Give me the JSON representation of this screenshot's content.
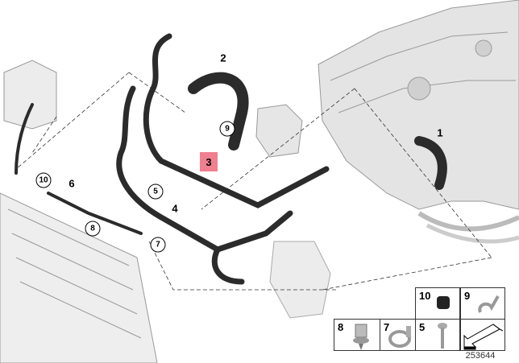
{
  "diagram": {
    "callouts": [
      {
        "id": "1",
        "label": "1",
        "style": "plain"
      },
      {
        "id": "2",
        "label": "2",
        "style": "plain"
      },
      {
        "id": "3",
        "label": "3",
        "style": "highlighted"
      },
      {
        "id": "4",
        "label": "4",
        "style": "plain"
      },
      {
        "id": "5",
        "label": "5",
        "style": "circled"
      },
      {
        "id": "6",
        "label": "6",
        "style": "plain"
      },
      {
        "id": "7",
        "label": "7",
        "style": "circled"
      },
      {
        "id": "8",
        "label": "8",
        "style": "circled"
      },
      {
        "id": "9",
        "label": "9",
        "style": "circled"
      },
      {
        "id": "10",
        "label": "10",
        "style": "circled"
      }
    ],
    "legend": [
      {
        "label": "10",
        "part": "rubber-grommet"
      },
      {
        "label": "9",
        "part": "hose-clip"
      },
      {
        "label": "8",
        "part": "push-clip"
      },
      {
        "label": "7",
        "part": "hose-clamp"
      },
      {
        "label": "5",
        "part": "screw"
      },
      {
        "label": "",
        "part": "direction-arrow"
      }
    ],
    "image_number": "253644",
    "highlight_color": "#f07f8f"
  }
}
